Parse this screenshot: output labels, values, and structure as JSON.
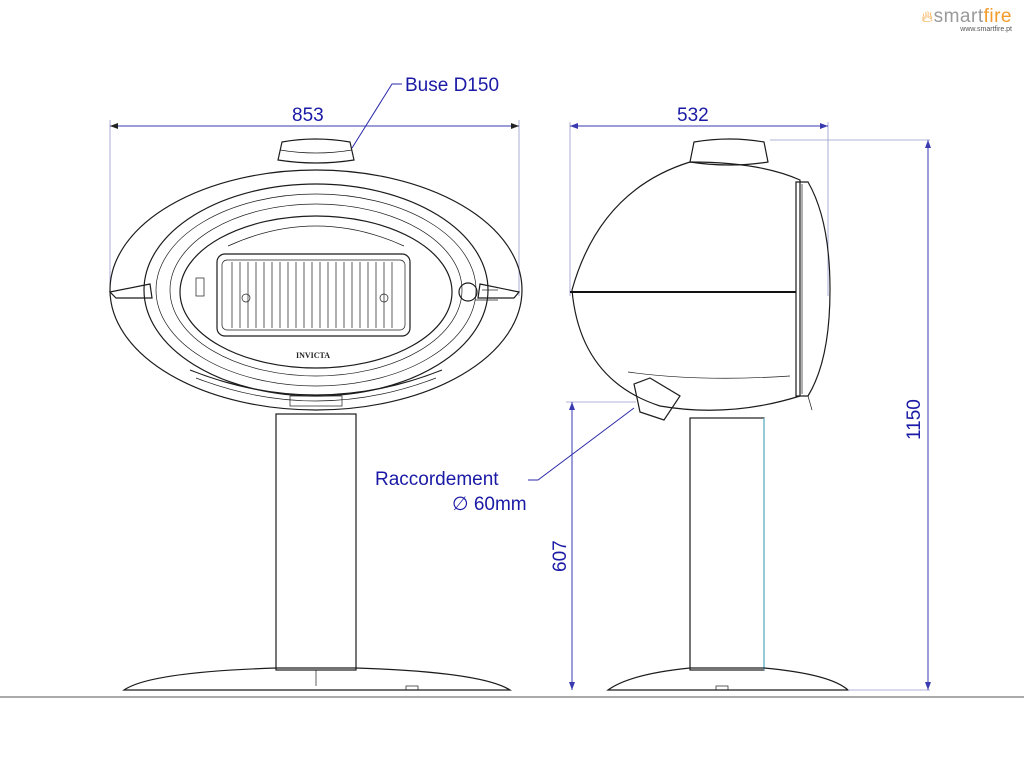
{
  "logo": {
    "brand_prefix": "smart",
    "brand_suffix": "fire",
    "url": "www.smartfire.pt",
    "colors": {
      "accent": "#f39a2b",
      "gray": "#9a9a9a"
    }
  },
  "front_view": {
    "width_dimension": "853",
    "flue_label": "Buse D150",
    "badge": "INVICTA"
  },
  "side_view": {
    "depth_dimension": "532",
    "height_dimension": "1150",
    "connection_height_dimension": "607",
    "connection_label": "Raccordement",
    "connection_diameter": "∅ 60mm"
  },
  "colors": {
    "dimension_blue": "#1a1aa6",
    "outline": "#1c1c1c",
    "cyan_guide": "#59c3e0"
  }
}
